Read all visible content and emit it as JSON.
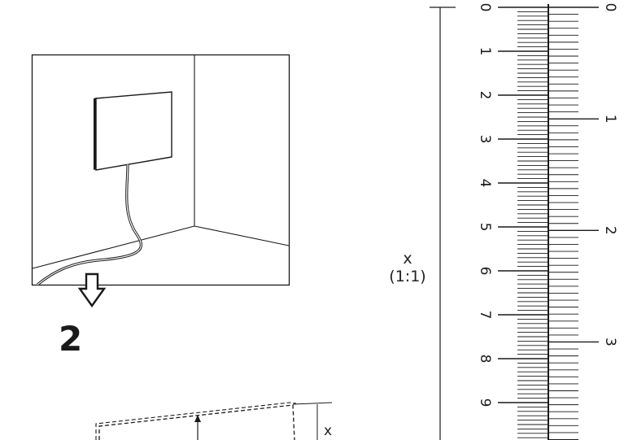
{
  "step": {
    "number": "2"
  },
  "measure_label": {
    "symbol": "x",
    "scale": "(1:1)"
  },
  "small_label": {
    "symbol": "x"
  },
  "ruler": {
    "cm_labels": [
      "0",
      "1",
      "2",
      "3",
      "4",
      "5",
      "6",
      "7",
      "8",
      "9"
    ],
    "inch_labels": [
      "0",
      "1",
      "2",
      "3"
    ]
  },
  "icons": {
    "illustration": "wall-mounted-panel-illustration",
    "arrow": "down-arrow-icon",
    "template": "dashed-template-outline"
  }
}
